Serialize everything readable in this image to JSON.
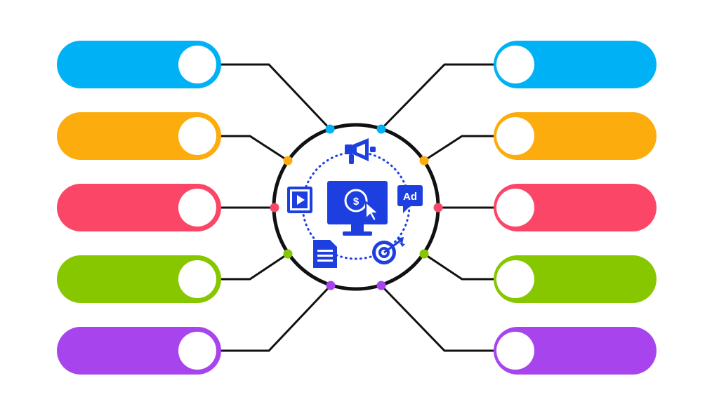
{
  "colors": {
    "line": "#111111",
    "circle_stroke": "#111111",
    "icon_blue": "#1E3FE0",
    "cyan": "#00B2F5",
    "orange": "#FCAC0C",
    "red": "#FC4667",
    "green": "#87C700",
    "purple": "#A744EE"
  },
  "center": {
    "icons": [
      "megaphone-icon",
      "video-play-icon",
      "monitor-dollar-cursor-icon",
      "ad-badge-icon",
      "document-icon",
      "target-arrow-icon"
    ],
    "ad_text": "Ad",
    "dollar_text": "$"
  },
  "rows": [
    {
      "color": "cyan",
      "left_label": "",
      "right_label": ""
    },
    {
      "color": "orange",
      "left_label": "",
      "right_label": ""
    },
    {
      "color": "red",
      "left_label": "",
      "right_label": ""
    },
    {
      "color": "green",
      "left_label": "",
      "right_label": ""
    },
    {
      "color": "purple",
      "left_label": "",
      "right_label": ""
    }
  ]
}
